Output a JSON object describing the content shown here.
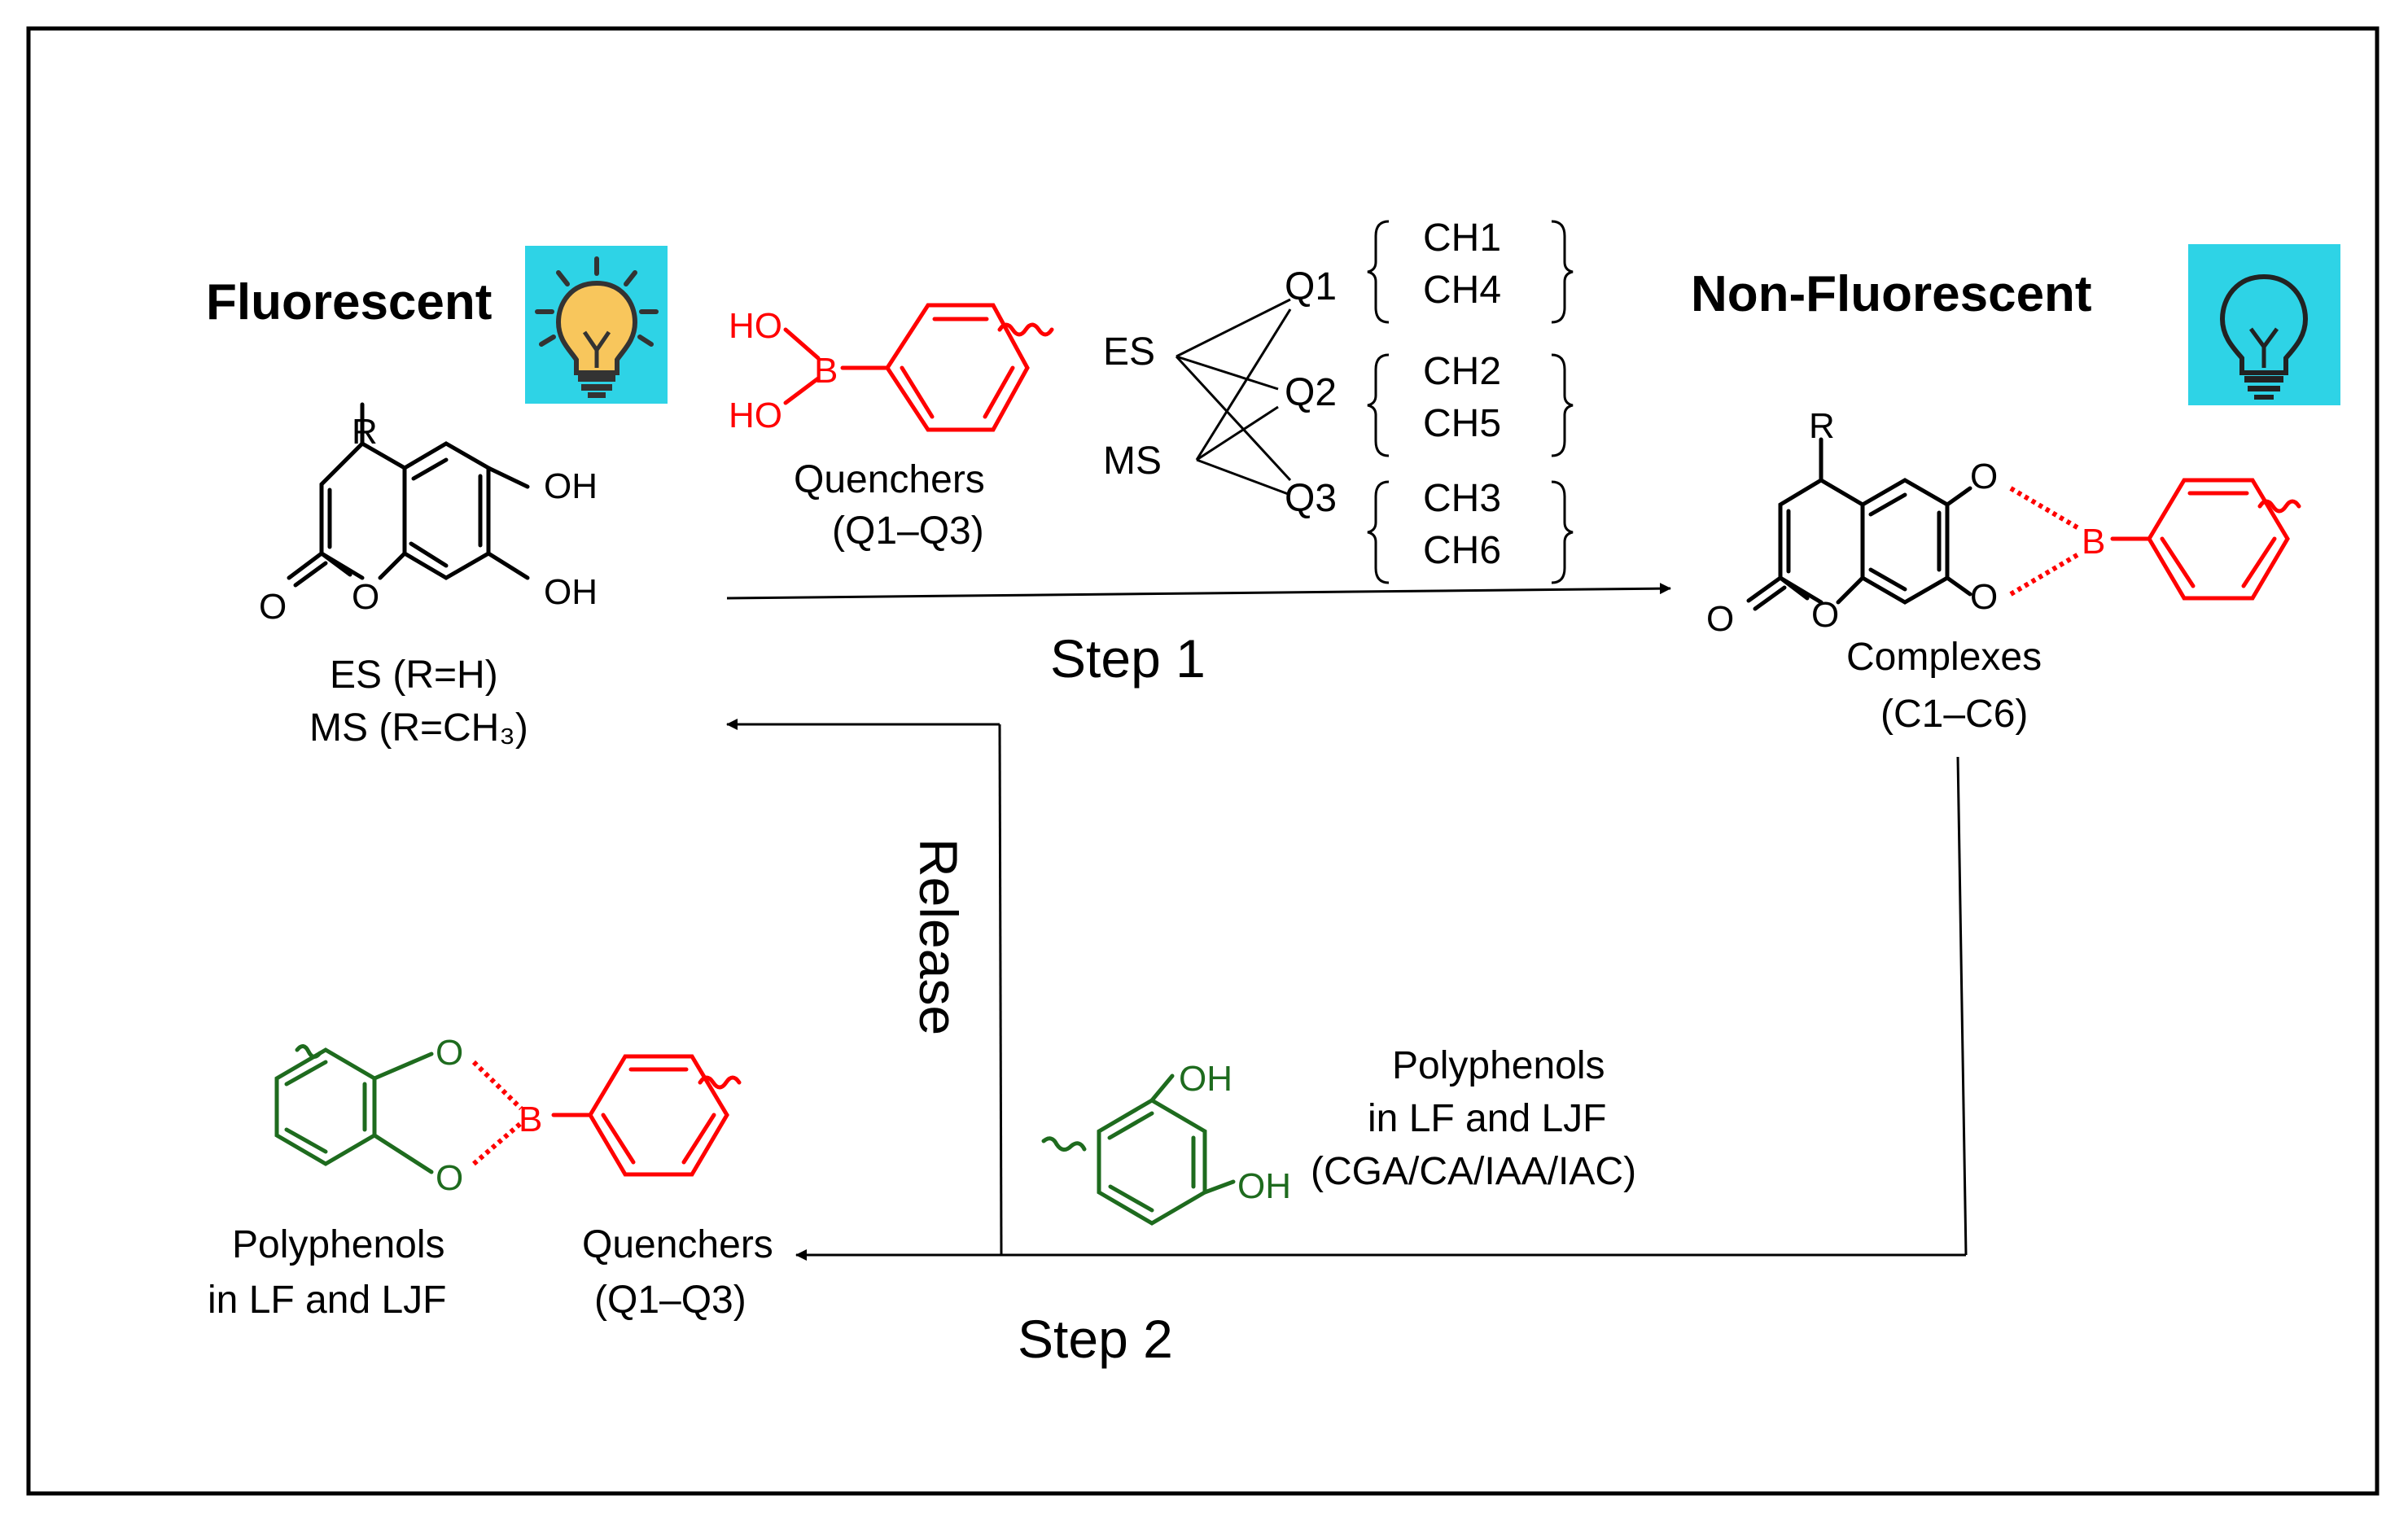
{
  "states": {
    "fluorescent": "Fluorescent",
    "non_fluorescent": "Non-Fluorescent"
  },
  "reactant": {
    "R": "R",
    "oh1": "OH",
    "oh2": "OH",
    "o_ring": "O",
    "o_carbonyl": "O",
    "es_label": "ES  (R=H)",
    "ms_label": "MS  (R=CH₃)"
  },
  "quencher": {
    "ho1": "HO",
    "ho2": "HO",
    "b": "B",
    "label_line1": "Quenchers",
    "label_line2": "(Q1–Q3)"
  },
  "combinations": {
    "es": "ES",
    "ms": "MS",
    "q1": "Q1",
    "q2": "Q2",
    "q3": "Q3",
    "ch1": "CH1",
    "ch4": "CH4",
    "ch2": "CH2",
    "ch5": "CH5",
    "ch3": "CH3",
    "ch6": "CH6"
  },
  "complex": {
    "R": "R",
    "o1": "O",
    "o2": "O",
    "o_ring": "O",
    "o_carbonyl": "O",
    "b": "B",
    "label_line1": "Complexes",
    "label_line2": "(C1–C6)"
  },
  "steps": {
    "step1": "Step 1",
    "step2": "Step 2",
    "release": "Release"
  },
  "polyphenol_reagent": {
    "oh1": "OH",
    "oh2": "OH",
    "label_line1": "Polyphenols",
    "label_line2": "in LF and LJF",
    "label_line3": "(CGA/CA/IAA/IAC)"
  },
  "product": {
    "o1": "O",
    "o2": "O",
    "b": "B",
    "poly_line1": "Polyphenols",
    "poly_line2": "in LF and LJF",
    "q_line1": "Quenchers",
    "q_line2": "(Q1–Q3)"
  },
  "colors": {
    "quencher_red": "#ff0000",
    "polyphenol_green": "#1e6b1e",
    "bulb_bg": "#2ed3e6",
    "bulb_on": "#f8c65c",
    "line_black": "#000000"
  },
  "icons": [
    "bulb-on-icon",
    "bulb-off-icon"
  ]
}
